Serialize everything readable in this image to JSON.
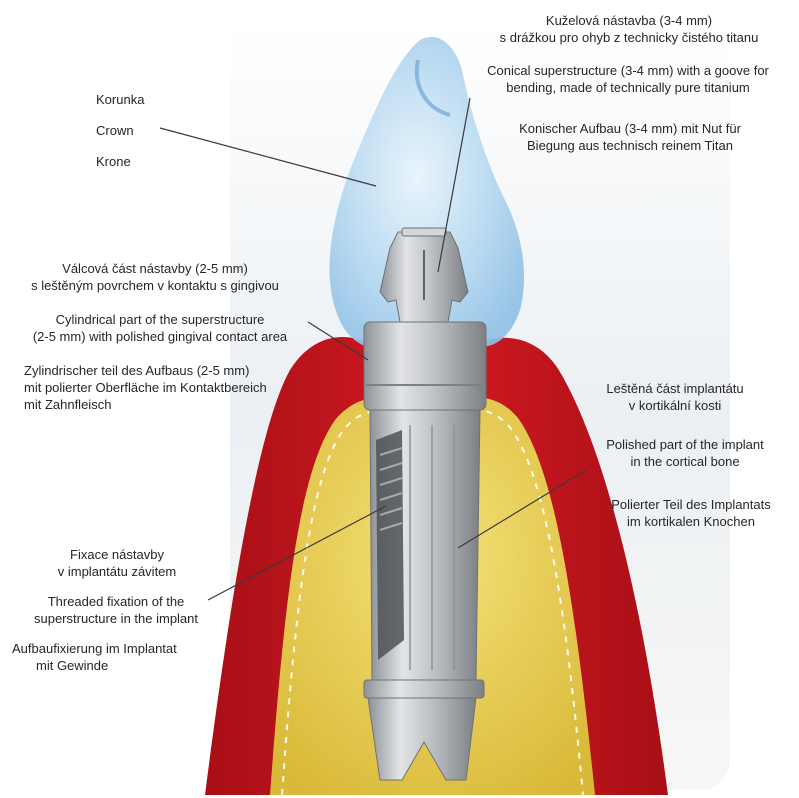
{
  "labels": {
    "crown": {
      "cz": "Korunka",
      "en": "Crown",
      "de": "Krone"
    },
    "conical": {
      "cz": [
        "Kuželová nástavba (3-4 mm)",
        "s drážkou pro ohyb z technicky čistého titanu"
      ],
      "en": [
        "Conical superstructure (3-4 mm) with a goove for",
        "bending, made of technically pure titanium"
      ],
      "de": [
        "Konischer Aufbau (3-4 mm) mit Nut für",
        "Biegung aus technisch reinem Titan"
      ]
    },
    "cylindrical": {
      "cz": [
        "Válcová část nástavby (2-5 mm)",
        "s leštěným povrchem v kontaktu s gingivou"
      ],
      "en": [
        "Cylindrical part of the superstructure",
        "(2-5 mm) with polished gingival contact area"
      ],
      "de": [
        "Zylindrischer teil des Aufbaus (2-5 mm)",
        "mit polierter Oberfläche im Kontaktbereich",
        "mit Zahnfleisch"
      ]
    },
    "polished": {
      "cz": [
        "Leštěná část implantátu",
        "v kortikální kosti"
      ],
      "en": [
        "Polished part of the implant",
        "in the cortical bone"
      ],
      "de": [
        "Polierter Teil des Implantats",
        "im kortikalen Knochen"
      ]
    },
    "threaded": {
      "cz": [
        "Fixace nástavby",
        "v implantátu závitem"
      ],
      "en": [
        "Threaded fixation of the",
        "superstructure in the implant"
      ],
      "de": [
        "Aufbaufixierung im Implantat",
        "mit Gewinde"
      ]
    }
  },
  "colors": {
    "gum": "#c9151d",
    "bone": "#e9cf4f",
    "crown": "#bcdcf2",
    "titanium": "#b9bcc0",
    "background": "#f2f4f6"
  }
}
